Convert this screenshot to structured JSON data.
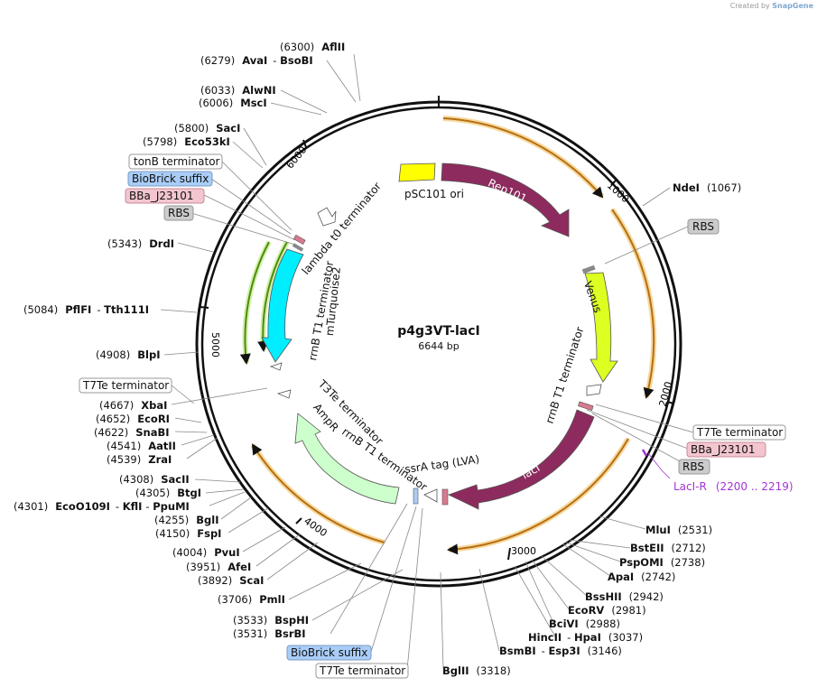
{
  "credit": {
    "prefix": "Created by",
    "brand": "SnapGene"
  },
  "map": {
    "name": "p4g3VT-lacI",
    "length_label": "6644 bp",
    "total_bp": 6644,
    "tick_labels": [
      "1000",
      "2000",
      "3000",
      "4000",
      "5000",
      "6000"
    ]
  },
  "colors": {
    "rep101": "#8e2b5e",
    "pSC101_ori": "#ffff00",
    "venus": "#ddff22",
    "lacI": "#8e2b5e",
    "mTurquoise2": "#00eeff",
    "ampR": "#ccffcc",
    "orf_orange": "#e08a1a",
    "orf_green": "#6cbb1e",
    "primer": "#a434d4",
    "rbs_fill": "#cccccc",
    "bba_fill": "#f3c6cf",
    "biobrick_fill": "#a9cdf7"
  },
  "features": {
    "rep101": "Rep101",
    "pSC101_ori": "pSC101 ori",
    "venus": "Venus",
    "lacI": "lacI",
    "mTurquoise2": "mTurquoise2",
    "ampR": "AmpR",
    "lambda_t0": "lambda t0 terminator",
    "rrnB_T1_a": "rrnB T1 terminator",
    "rrnB_T1_b": "rrnB T1 terminator",
    "rrnB_T1_c": "rrnB T1 terminator",
    "t3te": "T3Te terminator",
    "ssrA": "ssrA tag (LVA)"
  },
  "primer": {
    "name": "LacI-R",
    "range": "(2200 .. 2219)"
  },
  "boxed_labels": {
    "tonB": "tonB terminator",
    "biobrick_top": "BioBrick suffix",
    "bba_top": "BBa_J23101",
    "rbs_top": "RBS",
    "rbs_right": "RBS",
    "t7te_right": "T7Te terminator",
    "bba_right": "BBa_J23101",
    "rbs_right2": "RBS",
    "t7te_left": "T7Te terminator",
    "biobrick_bottom": "BioBrick suffix",
    "t7te_bottom": "T7Te terminator"
  },
  "sites": [
    {
      "pos": "(6300)",
      "name": "AflII"
    },
    {
      "pos": "(6279)",
      "name": "AvaI",
      "name2": "BsoBI"
    },
    {
      "pos": "(6033)",
      "name": "AlwNI"
    },
    {
      "pos": "(6006)",
      "name": "MscI"
    },
    {
      "pos": "(5800)",
      "name": "SacI"
    },
    {
      "pos": "(5798)",
      "name": "Eco53kI"
    },
    {
      "pos": "(5343)",
      "name": "DrdI"
    },
    {
      "pos": "(5084)",
      "name": "PflFI",
      "name2": "Tth111I"
    },
    {
      "pos": "(4908)",
      "name": "BlpI"
    },
    {
      "pos": "(4667)",
      "name": "XbaI"
    },
    {
      "pos": "(4652)",
      "name": "EcoRI"
    },
    {
      "pos": "(4622)",
      "name": "SnaBI"
    },
    {
      "pos": "(4541)",
      "name": "AatII"
    },
    {
      "pos": "(4539)",
      "name": "ZraI"
    },
    {
      "pos": "(4308)",
      "name": "SacII"
    },
    {
      "pos": "(4305)",
      "name": "BtgI"
    },
    {
      "pos": "(4301)",
      "name": "EcoO109I",
      "name2": "KflI",
      "name3": "PpuMI"
    },
    {
      "pos": "(4255)",
      "name": "BglI"
    },
    {
      "pos": "(4150)",
      "name": "FspI"
    },
    {
      "pos": "(4004)",
      "name": "PvuI"
    },
    {
      "pos": "(3951)",
      "name": "AfeI"
    },
    {
      "pos": "(3892)",
      "name": "ScaI"
    },
    {
      "pos": "(3706)",
      "name": "PmlI"
    },
    {
      "pos": "(3533)",
      "name": "BspHI"
    },
    {
      "pos": "(3531)",
      "name": "BsrBI"
    },
    {
      "pos": "(3318)",
      "name": "BglII"
    },
    {
      "pos": "(1067)",
      "name": "NdeI"
    },
    {
      "pos": "(2531)",
      "name": "MluI"
    },
    {
      "pos": "(2712)",
      "name": "BstEII"
    },
    {
      "pos": "(2738)",
      "name": "PspOMI"
    },
    {
      "pos": "(2742)",
      "name": "ApaI"
    },
    {
      "pos": "(2942)",
      "name": "BssHII"
    },
    {
      "pos": "(2981)",
      "name": "EcoRV"
    },
    {
      "pos": "(2988)",
      "name": "BciVI"
    },
    {
      "pos": "(3037)",
      "name": "HincII",
      "name2": "HpaI"
    },
    {
      "pos": "(3146)",
      "name": "BsmBI",
      "name2": "Esp3I"
    }
  ]
}
